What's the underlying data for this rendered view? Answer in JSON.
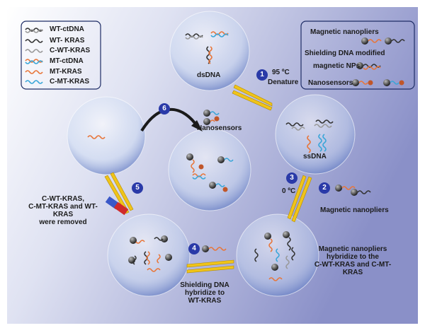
{
  "legend_left": {
    "items": [
      {
        "label": "WT-ctDNA"
      },
      {
        "label": "WT- KRAS"
      },
      {
        "label": "C-WT-KRAS"
      },
      {
        "label": "MT-ctDNA"
      },
      {
        "label": "MT-KRAS"
      },
      {
        "label": "C-MT-KRAS"
      }
    ]
  },
  "legend_right": {
    "magnetic_nanopliers": "Magnetic nanopliers",
    "shielding_line1": "Shielding DNA modified",
    "shielding_line2": "magnetic NPs",
    "nanosensors": "Nanosensors"
  },
  "bubbles": {
    "top_label": "dsDNA",
    "right_label": "ssDNA"
  },
  "steps": {
    "s1": {
      "num": "1",
      "text_line1": "95 ºC",
      "text_line2": "Denature"
    },
    "s2": {
      "num": "2",
      "text": "Magnetic nanopliers"
    },
    "s3": {
      "num": "3",
      "text": "0 ºC"
    },
    "s4": {
      "num": "4",
      "text_line1": "Shielding DNA",
      "text_line2": "hybridize to",
      "text_line3": "WT-KRAS"
    },
    "s5": {
      "num": "5",
      "text_line1": "C-WT-KRAS,",
      "text_line2": "C-MT-KRAS and WT-KRAS",
      "text_line3": "were removed"
    },
    "s6": {
      "num": "6",
      "text": "Nanosensors"
    }
  },
  "hybridize_note": {
    "line1": "Magnetic nanopliers",
    "line2": "hybridize to the",
    "line3": "C-WT-KRAS and C-MT-KRAS"
  },
  "colors": {
    "background_start": "#ffffff",
    "background_end": "#8a90c8",
    "step_badge": "#2a3aa8",
    "tweezer": "#f0c419",
    "wt_strand": "#333333",
    "mt_strand": "#e8763a",
    "c_mt_strand": "#3aa6d8",
    "c_wt_strand": "#9a9a9a"
  }
}
